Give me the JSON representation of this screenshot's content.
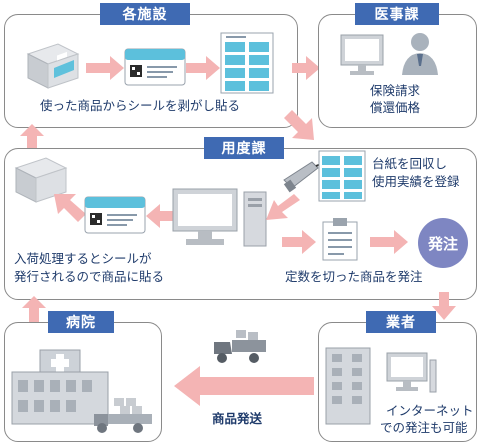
{
  "panels": {
    "facility": {
      "title": "各施設",
      "caption": "使った商品からシールを剥がし貼る"
    },
    "medical": {
      "title": "医事課",
      "line1": "保険請求",
      "line2": "償還価格"
    },
    "supply": {
      "title": "用度課",
      "collect_line1": "台紙を回収し",
      "collect_line2": "使用実績を登録",
      "order_label": "発注",
      "order_caption": "定数を切った商品を発注",
      "receive_line1": "入荷処理するとシールが",
      "receive_line2": "発行されるので商品に貼る"
    },
    "hospital": {
      "title": "病院"
    },
    "vendor": {
      "title": "業者",
      "line1": "インターネット",
      "line2": "での発注も可能"
    }
  },
  "shipping_label": "商品発送",
  "colors": {
    "tag": "#3f6ab3",
    "arrow": "#f4b4b4",
    "order_circle": "#7e86c2",
    "border": "#8a8a8a"
  },
  "icons": [
    "box-icon",
    "sticker-label-icon",
    "label-sheet-icon",
    "monitor-icon",
    "person-icon",
    "barcode-scanner-icon",
    "clipboard-icon",
    "hospital-building-icon",
    "truck-icon",
    "office-building-icon"
  ]
}
